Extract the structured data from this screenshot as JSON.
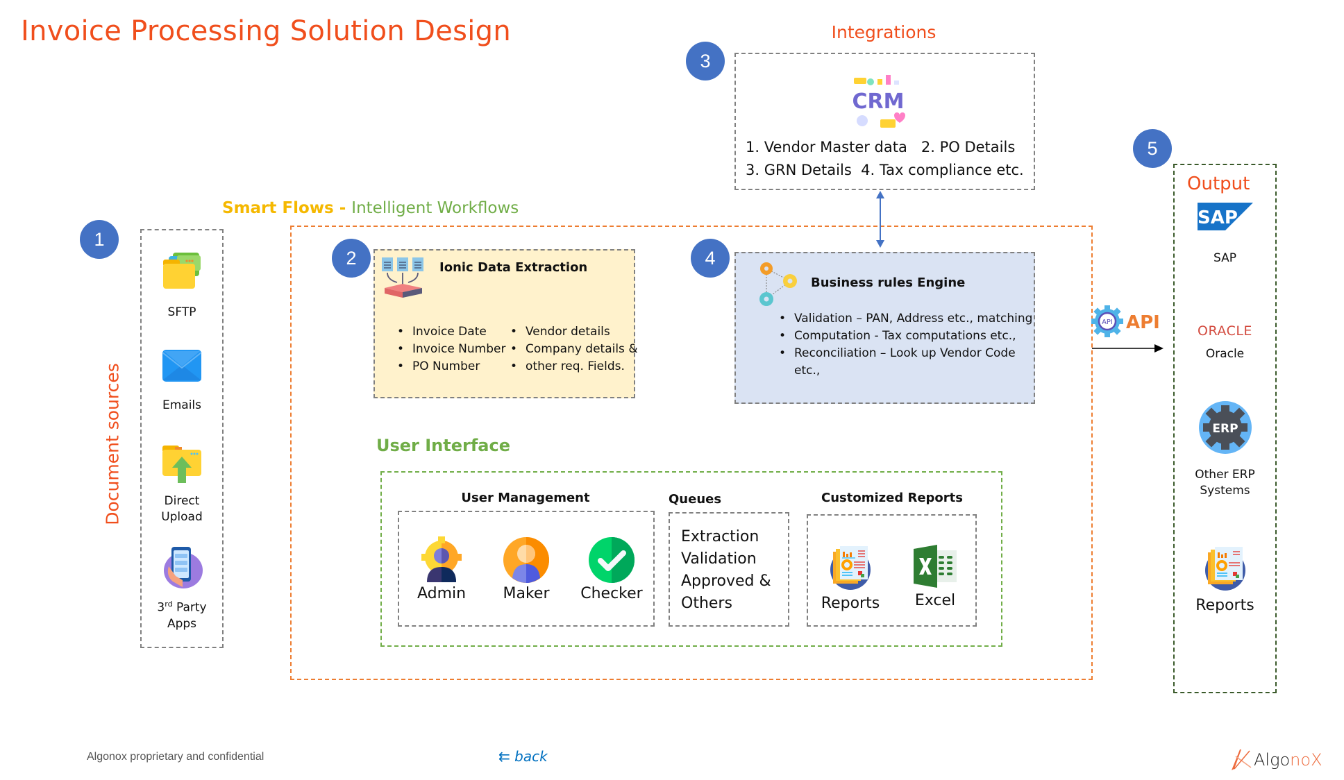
{
  "title": "Invoice Processing Solution Design",
  "colors": {
    "accent_orange": "#F04E1C",
    "badge_blue": "#4472C4",
    "smart_flows_yellow": "#F5B800",
    "workflow_green": "#70AD47",
    "extraction_bg": "#FFF2CC",
    "rules_bg": "#DAE3F3",
    "back_link": "#0070C0"
  },
  "badges": [
    "1",
    "2",
    "3",
    "4",
    "5"
  ],
  "document_sources": {
    "label": "Document sources",
    "items": [
      {
        "icon": "folders-icon",
        "label": "SFTP"
      },
      {
        "icon": "email-envelope-icon",
        "label": "Emails"
      },
      {
        "icon": "upload-folder-icon",
        "label_lines": [
          "Direct",
          "Upload"
        ]
      },
      {
        "icon": "mobile-app-icon",
        "label_prefix": "3",
        "label_sup": "rd",
        "label_rest": " Party",
        "label_line2": "Apps"
      }
    ]
  },
  "smart_flows": {
    "label_part1": "Smart Flows - ",
    "label_part2": "Intelligent Workflows"
  },
  "extraction": {
    "title": "Ionic Data Extraction",
    "col1": [
      "Invoice Date",
      "Invoice Number",
      "PO Number"
    ],
    "col2": [
      "Vendor details",
      "Company details &",
      "other req. Fields."
    ]
  },
  "integrations": {
    "label": "Integrations",
    "icon_text": "CRM",
    "line1": "1. Vendor Master data   2. PO Details",
    "line2": "3. GRN Details  4. Tax compliance etc."
  },
  "rules_engine": {
    "title": "Business rules Engine",
    "items": [
      "Validation –  PAN, Address etc., matching",
      "Computation - Tax computations etc.,",
      "Reconciliation –  Look up Vendor Code etc.,"
    ]
  },
  "api": {
    "icon_text": "API",
    "label": "API"
  },
  "user_interface": {
    "label": "User Interface",
    "user_management": {
      "title": "User Management",
      "roles": [
        "Admin",
        "Maker",
        "Checker"
      ]
    },
    "queues": {
      "title": "Queues",
      "items": [
        "Extraction",
        "Validation",
        "Approved &",
        "Others"
      ]
    },
    "reports": {
      "title": "Customized Reports",
      "items": [
        "Reports",
        "Excel"
      ]
    }
  },
  "output": {
    "label": "Output",
    "items": [
      {
        "icon_text": "SAP",
        "label": "SAP"
      },
      {
        "icon_text": "ORACLE",
        "label": "Oracle"
      },
      {
        "icon_text": "ERP",
        "label_lines": [
          "Other ERP",
          "Systems"
        ]
      },
      {
        "label": "Reports"
      }
    ]
  },
  "footer": {
    "confidential": "Algonox proprietary and confidential",
    "back_arrow": "⇇",
    "back_label": "back",
    "logo_part1": "Algo",
    "logo_part2": "noX"
  }
}
